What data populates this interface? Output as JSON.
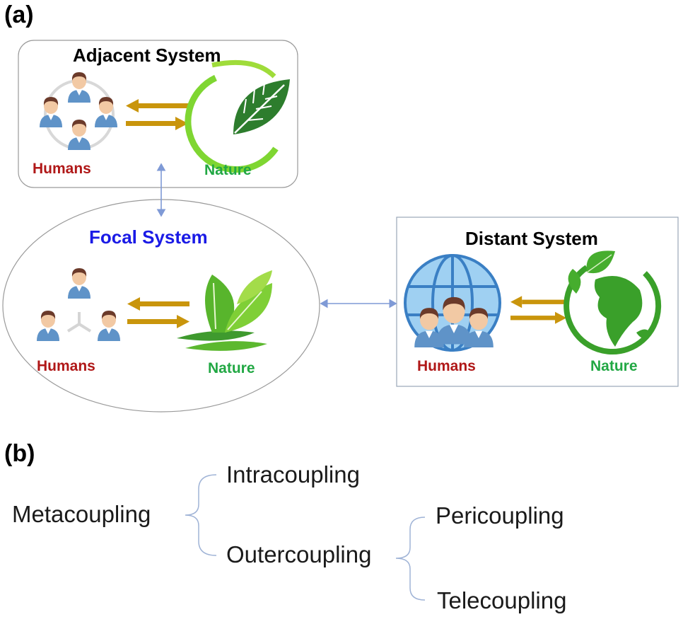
{
  "panel_a": {
    "label": "(a)",
    "adjacent": {
      "title": "Adjacent System",
      "humans": "Humans",
      "nature": "Nature"
    },
    "focal": {
      "title": "Focal System",
      "humans": "Humans",
      "nature": "Nature"
    },
    "distant": {
      "title": "Distant System",
      "humans": "Humans",
      "nature": "Nature"
    }
  },
  "panel_b": {
    "label": "(b)",
    "root": "Metacoupling",
    "children": [
      "Intracoupling",
      "Outercoupling"
    ],
    "outer_children": [
      "Pericoupling",
      "Telecoupling"
    ]
  },
  "colors": {
    "humans_label": "#b01818",
    "nature_label": "#22a844",
    "focal_title": "#1a1ae6",
    "arrow_gold": "#c9950c",
    "connector_blue": "#7f9ad6",
    "person_shirt": "#5f93c8",
    "person_skin": "#f2c9a4",
    "person_hair": "#6b3a2a",
    "leaf_green": "#2e8b2e"
  }
}
